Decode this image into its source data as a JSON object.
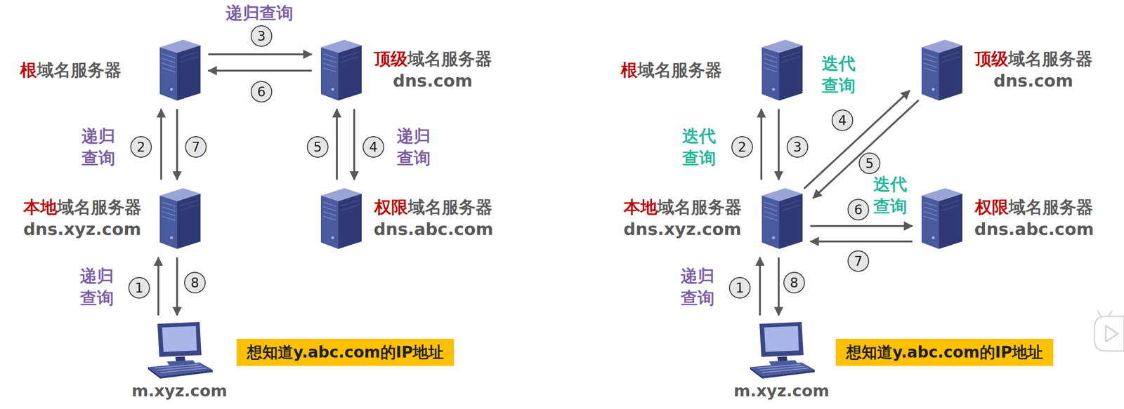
{
  "diagram": {
    "nodes": [
      {
        "text": [
          "根",
          "域名服务器"
        ]
      },
      {
        "text": [
          "顶级",
          "域名服务器",
          "dns.com"
        ]
      },
      {
        "text": [
          "本地",
          "域名服务器",
          "dns.xyz.com"
        ]
      },
      {
        "text": [
          "权限",
          "域名服务器",
          "dns.abc.com"
        ]
      },
      {
        "text": [
          "m.xyz.com"
        ]
      },
      {
        "text": [
          "想知道y.abc.com的IP地址"
        ]
      },
      {
        "text": [
          "根",
          "域名服务器"
        ]
      },
      {
        "text": [
          "顶级",
          "域名服务器",
          "dns.com"
        ]
      },
      {
        "text": [
          "本地",
          "域名服务器",
          "dns.xyz.com"
        ]
      },
      {
        "text": [
          "权限",
          "域名服务器",
          "dns.abc.com"
        ]
      },
      {
        "text": [
          "m.xyz.com"
        ]
      },
      {
        "text": [
          "想知道y.abc.com的IP地址"
        ]
      }
    ],
    "edges": [
      {
        "from": 4,
        "to": 2,
        "arrow": "to",
        "label": "1"
      },
      {
        "from": 2,
        "to": 0,
        "arrow": "to",
        "label": "2"
      },
      {
        "from": 0,
        "to": 1,
        "arrow": "to",
        "label": "3"
      },
      {
        "from": 1,
        "to": 3,
        "arrow": "to",
        "label": "4"
      },
      {
        "from": 3,
        "to": 1,
        "arrow": "to",
        "label": "5"
      },
      {
        "from": 1,
        "to": 0,
        "arrow": "to",
        "label": "6"
      },
      {
        "from": 0,
        "to": 2,
        "arrow": "to",
        "label": "7"
      },
      {
        "from": 2,
        "to": 4,
        "arrow": "to",
        "label": "8"
      },
      {
        "from": 10,
        "to": 8,
        "arrow": "to",
        "label": "1"
      },
      {
        "from": 8,
        "to": 6,
        "arrow": "to",
        "label": "2"
      },
      {
        "from": 6,
        "to": 8,
        "arrow": "to",
        "label": "3"
      },
      {
        "from": 8,
        "to": 7,
        "arrow": "to",
        "label": "4"
      },
      {
        "from": 7,
        "to": 8,
        "arrow": "to",
        "label": "5"
      },
      {
        "from": 8,
        "to": 9,
        "arrow": "to",
        "label": "6"
      },
      {
        "from": 9,
        "to": 8,
        "arrow": "to",
        "label": "7"
      },
      {
        "from": 8,
        "to": 10,
        "arrow": "to",
        "label": "8"
      }
    ],
    "labels": [
      "递归查询",
      "递归查询",
      "递归查询",
      "递归查询",
      "迭代查询",
      "迭代查询",
      "迭代查询",
      "递归查询"
    ]
  }
}
